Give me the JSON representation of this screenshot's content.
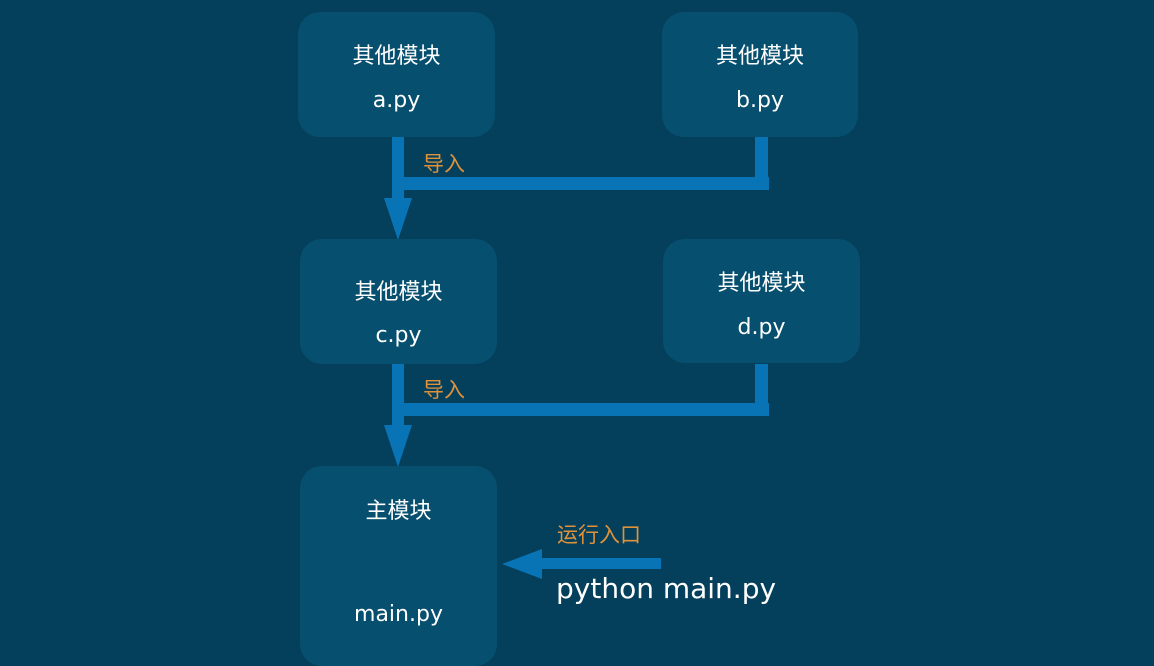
{
  "modules": {
    "a": {
      "title": "其他模块",
      "file": "a.py"
    },
    "b": {
      "title": "其他模块",
      "file": "b.py"
    },
    "c": {
      "title": "其他模块",
      "file": "c.py"
    },
    "d": {
      "title": "其他模块",
      "file": "d.py"
    },
    "main": {
      "title": "主模块",
      "file": "main.py"
    }
  },
  "labels": {
    "import_1": "导入",
    "import_2": "导入",
    "entry": "运行入口",
    "command": "python main.py"
  },
  "colors": {
    "background": "#04405c",
    "box": "#074f6e",
    "arrow": "#0873b5",
    "label": "#e0923a"
  }
}
